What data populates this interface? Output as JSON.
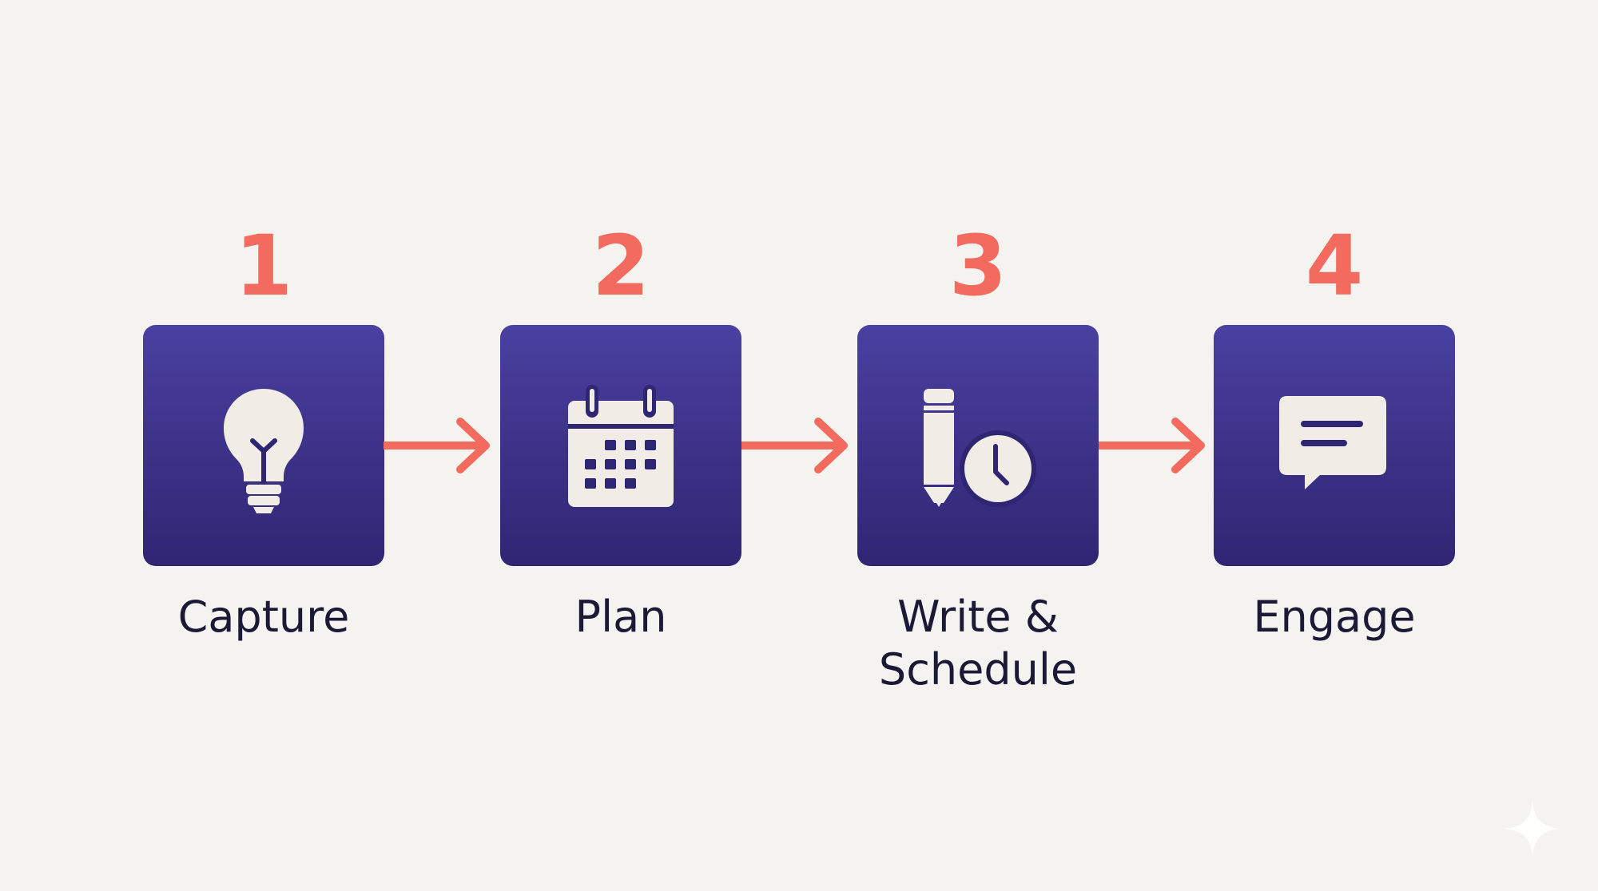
{
  "steps": [
    {
      "number": "1",
      "label": "Capture",
      "icon": "lightbulb-icon"
    },
    {
      "number": "2",
      "label": "Plan",
      "icon": "calendar-icon"
    },
    {
      "number": "3",
      "label": "Write &\nSchedule",
      "icon": "pencil-clock-icon"
    },
    {
      "number": "4",
      "label": "Engage",
      "icon": "chat-bubble-icon"
    }
  ],
  "colors": {
    "background": "#f5f3ef",
    "accent": "#f26b5e",
    "card_top": "#4a40a0",
    "card_bottom": "#2f2673",
    "icon": "#f1ece6",
    "text": "#1b1a36"
  }
}
